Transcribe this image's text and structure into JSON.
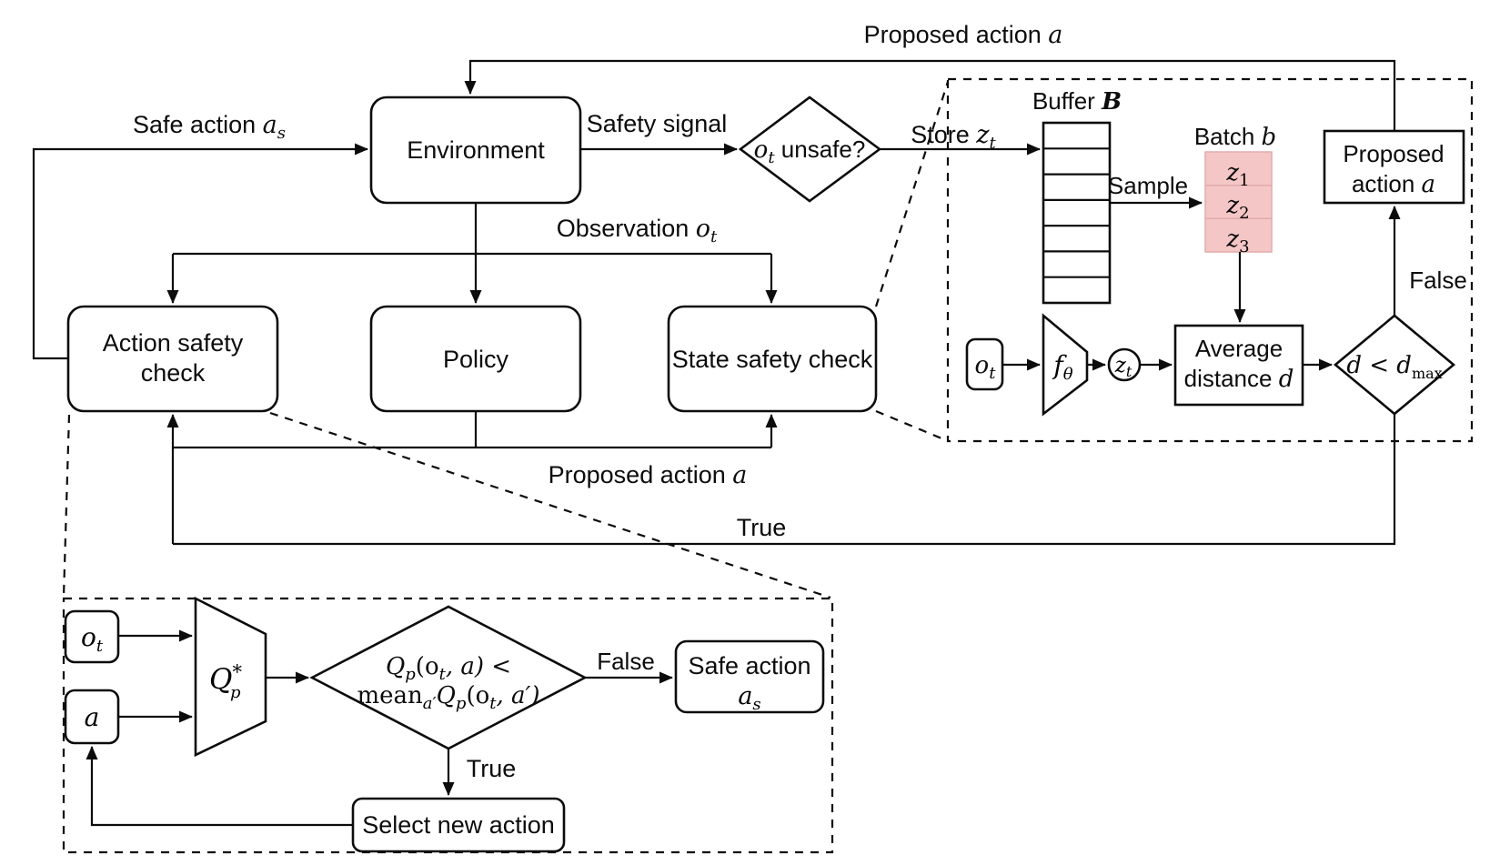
{
  "title": "Safety check architecture diagram",
  "labels": {
    "proposed_top": {
      "text": "Proposed action ",
      "var": "a"
    },
    "safe_action": {
      "text": "Safe action ",
      "var": "a",
      "sub": "s"
    },
    "safety_signal": "Safety signal",
    "store": {
      "text": "Store ",
      "var": "z",
      "sub": "t"
    },
    "observation": {
      "text": "Observation ",
      "var": "o",
      "sub": "t"
    },
    "proposed_mid": {
      "text": "Proposed action ",
      "var": "a"
    },
    "true_main": "True"
  },
  "nodes": {
    "environment": "Environment",
    "action_safety_check": {
      "line1": "Action safety",
      "line2": "check"
    },
    "policy": "Policy",
    "state_safety_check": "State safety check",
    "unsafe_diamond": {
      "var": "o",
      "sub": "t",
      "text": " unsafe?"
    }
  },
  "right_panel": {
    "buffer_label": {
      "text": "Buffer ",
      "var": "B"
    },
    "batch_label": {
      "text": "Batch ",
      "var": "b"
    },
    "sample": "Sample",
    "batch_items": [
      {
        "var": "z",
        "sub": "1"
      },
      {
        "var": "z",
        "sub": "2"
      },
      {
        "var": "z",
        "sub": "3"
      }
    ],
    "ot": {
      "var": "o",
      "sub": "t"
    },
    "encoder": {
      "var": "f",
      "sub": "θ"
    },
    "zt": {
      "var": "z",
      "sub": "t"
    },
    "avg_box": {
      "line1": "Average",
      "line2": "distance ",
      "line2_var": "d"
    },
    "distance_diamond": {
      "var1": "d",
      "rel": " < ",
      "var2": "d",
      "sub2": "max"
    },
    "proposed_box": {
      "line1": "Proposed",
      "line2": "action ",
      "line2_var": "a"
    },
    "false_label": "False"
  },
  "bottom_panel": {
    "ot": {
      "var": "o",
      "sub": "t"
    },
    "a": {
      "var": "a"
    },
    "q_network": {
      "var": "Q",
      "sup": "*",
      "sub": "p"
    },
    "diamond_line1": {
      "Q": "Q",
      "Qsub": "p",
      "mid": "(o",
      "osub": "t",
      "tail": ", a) <"
    },
    "diamond_line2": {
      "mean": "mean",
      "meansub": "a′",
      "Q": "Q",
      "Qsub": "p",
      "mid": "(o",
      "osub": "t",
      "tail": ", a′)"
    },
    "false_label": "False",
    "safe_action_box": {
      "line1": "Safe action",
      "var": "a",
      "sub": "s"
    },
    "true_label": "True",
    "select_new_action": "Select new action"
  },
  "colors": {
    "batch_fill": "#f5c6c6",
    "batch_separator": "#e2abab",
    "stroke": "#0c0c0c",
    "background": "#ffffff"
  }
}
